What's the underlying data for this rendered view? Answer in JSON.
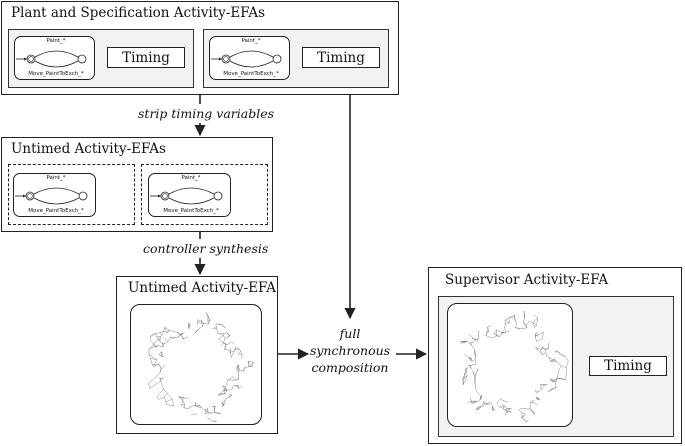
{
  "sections": {
    "plant": {
      "title": "Plant and Specification Activity-EFAs"
    },
    "untimed": {
      "title": "Untimed Activity-EFAs"
    },
    "untimed_single": {
      "title": "Untimed Activity-EFA"
    },
    "supervisor": {
      "title": "Supervisor Activity-EFA"
    }
  },
  "automaton": {
    "top_label": "Paint_*",
    "bottom_label": "Move_PaintToExch_*"
  },
  "timing_label": "Timing",
  "steps": {
    "strip": "strip timing variables",
    "synthesis": "controller synthesis",
    "composition": [
      "full",
      "synchronous",
      "composition"
    ]
  },
  "colors": {
    "line": "#222222",
    "component_fill": "#f2f2f2",
    "background": "#ffffff"
  }
}
